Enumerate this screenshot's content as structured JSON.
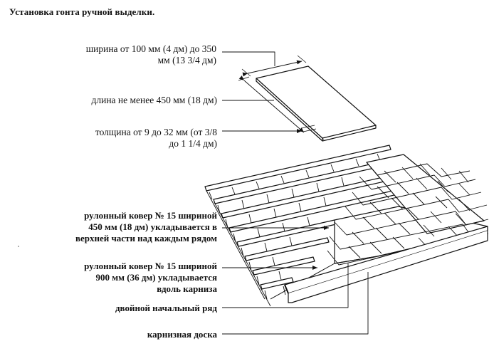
{
  "title": "Установка гонта ручной выделки.",
  "labels": {
    "width": [
      "ширина от 100 мм (4 дм) до 350",
      "мм (13 3/4 дм)"
    ],
    "length": [
      "длина не менее 450 мм (18 дм)"
    ],
    "thickness": [
      "толщина от 9 до 32 мм (от 3/8",
      "до 1 1/4 дм)"
    ],
    "felt_top": [
      "рулонный ковер № 15 шириной",
      "450 мм (18 дм) укладывается в",
      "верхней части над каждым рядом"
    ],
    "felt_eave": [
      "рулонный ковер № 15 шириной",
      "900 мм (36 дм) укладывается",
      "вдоль карниза"
    ],
    "starter": [
      "двойной начальный ряд"
    ],
    "fascia": [
      "карнизная доска"
    ]
  },
  "colors": {
    "ink": "#111111",
    "background": "#ffffff"
  }
}
